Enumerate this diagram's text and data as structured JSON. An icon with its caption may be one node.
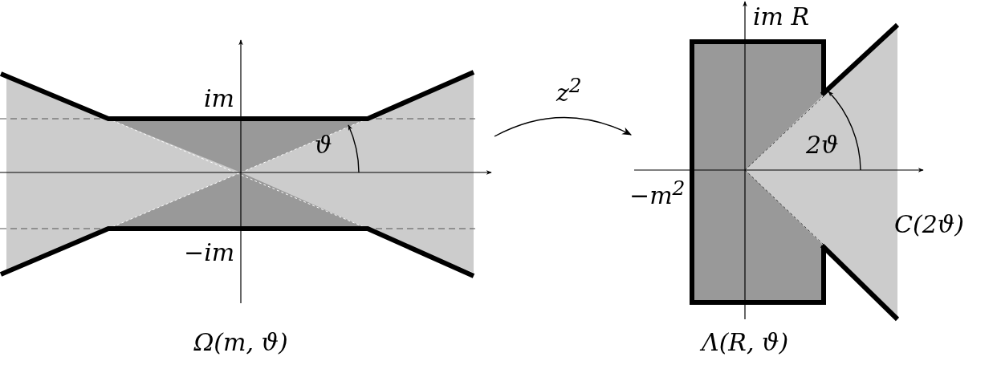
{
  "diagram": {
    "nodes": [
      {
        "text": [],
        "shape": "region",
        "beside": [
          "Ω(m, ϑ)"
        ]
      },
      {
        "text": [],
        "shape": "region",
        "beside": [
          "Λ(R, ϑ)"
        ]
      }
    ],
    "edges": [
      {
        "from": 0,
        "to": 1,
        "arrow": "to",
        "label": "z$^{2}$"
      }
    ],
    "labels": [
      "im R",
      "im",
      "2ϑ",
      "ϑ",
      "−m$^{2}$",
      "C(2ϑ)",
      "−im"
    ]
  }
}
